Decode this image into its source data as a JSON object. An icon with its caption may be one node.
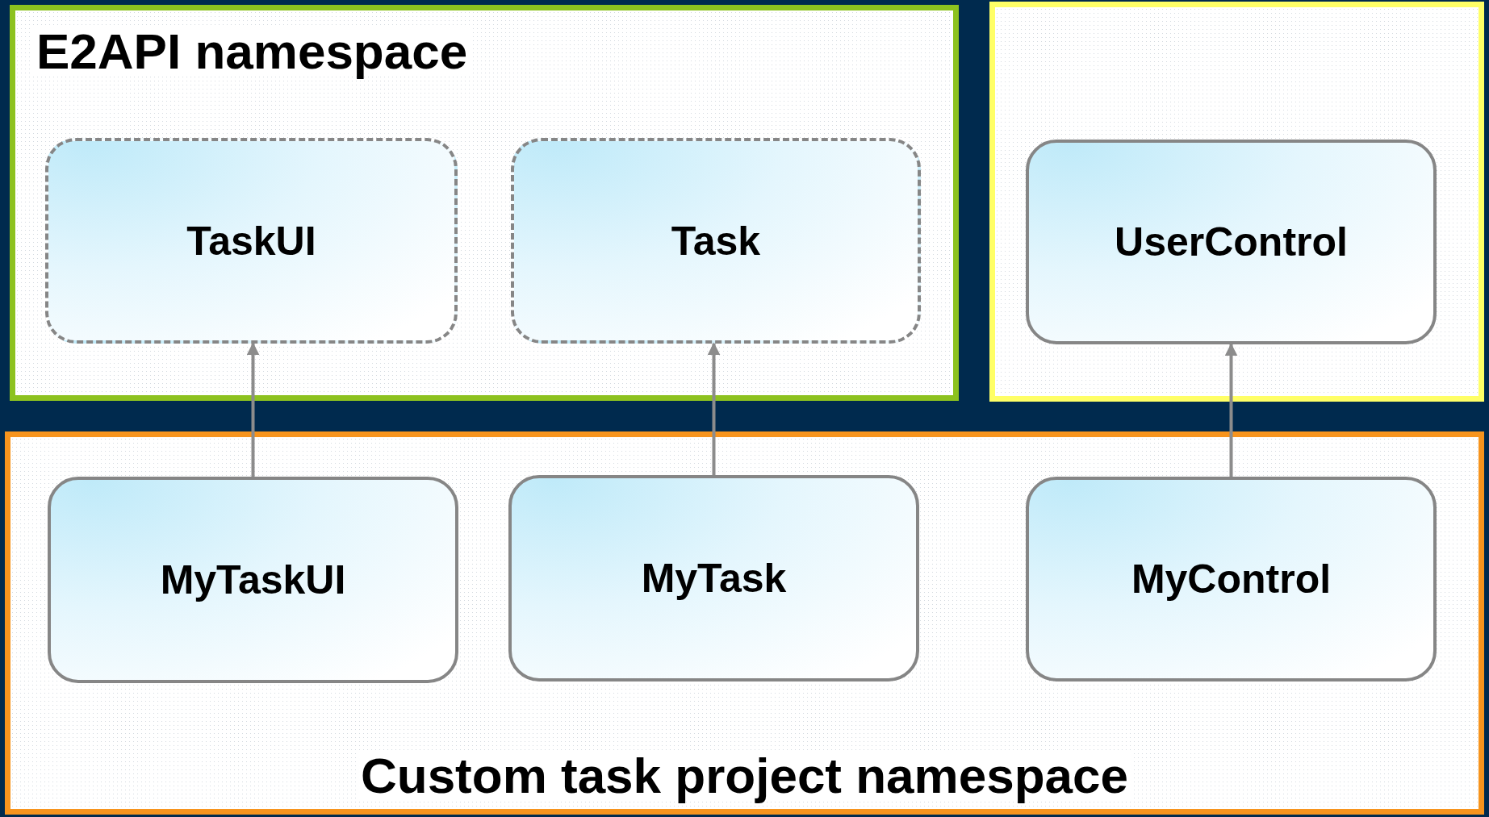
{
  "diagram": {
    "nodes": [
      {
        "text": [
          "E2API namespace"
        ]
      },
      {
        "text": [
          "TaskUI"
        ],
        "in": 0
      },
      {
        "text": [
          "Task"
        ],
        "in": 0
      },
      {
        "text": [],
        "shape": "box"
      },
      {
        "text": [
          "UserControl"
        ],
        "in": 3
      },
      {
        "text": [
          "Custom task project namespace"
        ]
      },
      {
        "text": [
          "MyTaskUI"
        ],
        "in": 5
      },
      {
        "text": [
          "MyTask"
        ],
        "in": 5
      },
      {
        "text": [
          "MyControl"
        ],
        "in": 5
      }
    ],
    "edges": [
      {
        "from": 6,
        "to": 1,
        "arrow": "to"
      },
      {
        "from": 7,
        "to": 2,
        "arrow": "to"
      },
      {
        "from": 8,
        "to": 4,
        "arrow": "to"
      }
    ]
  }
}
